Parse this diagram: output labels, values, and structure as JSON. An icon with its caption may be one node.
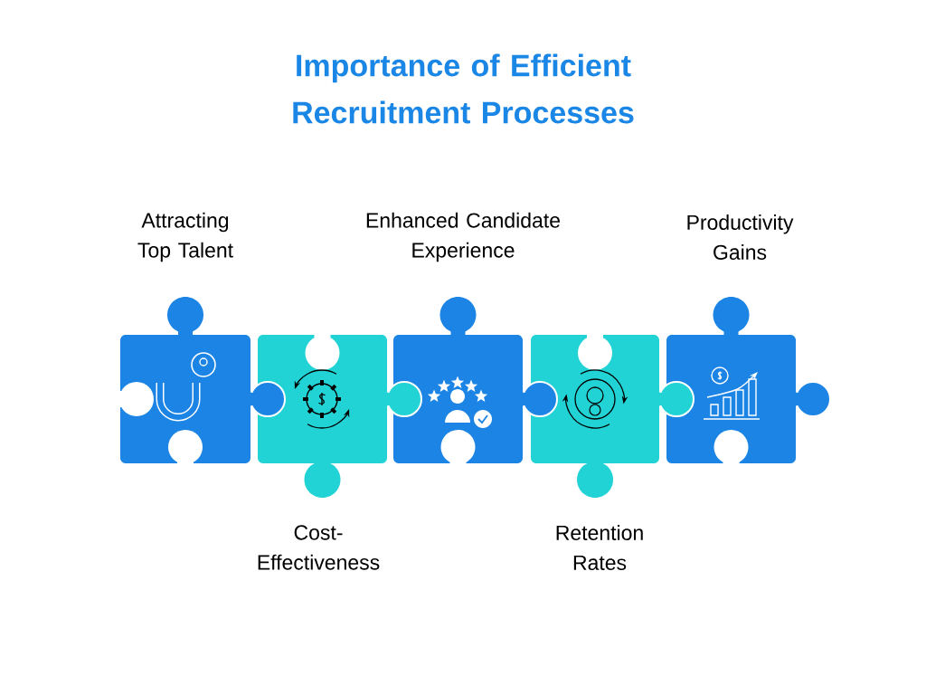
{
  "diagram": {
    "title": "Importance of Efficient Recruitment Processes",
    "nodes": [
      {
        "text": [
          "Attracting Top Talent"
        ]
      },
      {
        "text": [
          "Cost- Effectiveness"
        ]
      },
      {
        "text": [
          "Enhanced Candidate Experience"
        ]
      },
      {
        "text": [
          "Retention Rates"
        ]
      },
      {
        "text": [
          "Productivity Gains"
        ]
      }
    ]
  }
}
